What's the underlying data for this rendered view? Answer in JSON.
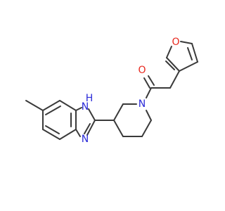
{
  "atoms": {
    "nh_label": "H",
    "nh_n_label": "N",
    "imine_n_label": "N",
    "amide_n_label": "N",
    "carbonyl_o_label": "O",
    "furan_o_label": "O"
  },
  "colors": {
    "bond": "#3a3a3a",
    "nitrogen": "#2a2ad8",
    "oxygen": "#e8281e",
    "background": "#ffffff"
  }
}
